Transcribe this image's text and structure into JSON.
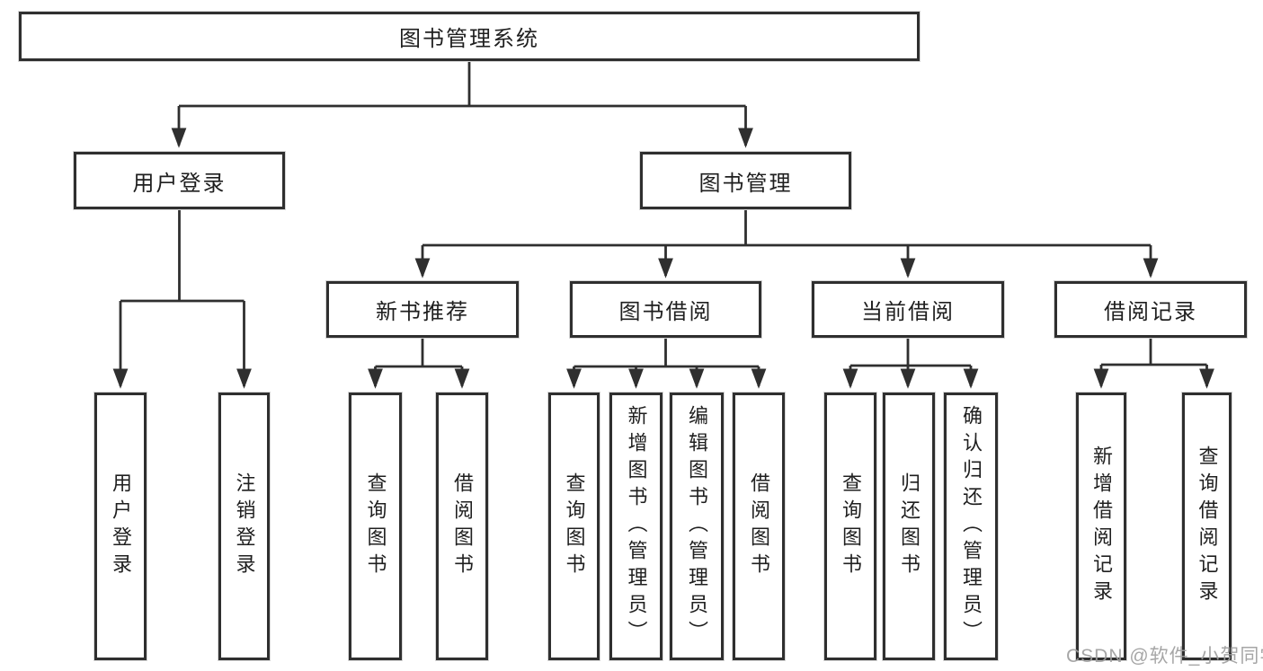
{
  "tree": {
    "label": "图书管理系统",
    "children": [
      {
        "label": "用户登录",
        "children": [
          {
            "label": "用户登录"
          },
          {
            "label": "注销登录"
          }
        ]
      },
      {
        "label": "图书管理",
        "children": [
          {
            "label": "新书推荐",
            "children": [
              {
                "label": "查询图书"
              },
              {
                "label": "借阅图书"
              }
            ]
          },
          {
            "label": "图书借阅",
            "children": [
              {
                "label": "查询图书"
              },
              {
                "label": "新增图书（管理员）"
              },
              {
                "label": "编辑图书（管理员）"
              },
              {
                "label": "借阅图书"
              }
            ]
          },
          {
            "label": "当前借阅",
            "children": [
              {
                "label": "查询图书"
              },
              {
                "label": "归还图书"
              },
              {
                "label": "确认归还（管理员）"
              }
            ]
          },
          {
            "label": "借阅记录",
            "children": [
              {
                "label": "新增借阅记录"
              },
              {
                "label": "查询借阅记录"
              }
            ]
          }
        ]
      }
    ]
  },
  "watermark": "CSDN @软件_小贺同学",
  "colors": {
    "line": "#2f2f2f",
    "text": "#1f1f1f",
    "background": "#ffffff",
    "watermark": "#9e9e9e"
  }
}
